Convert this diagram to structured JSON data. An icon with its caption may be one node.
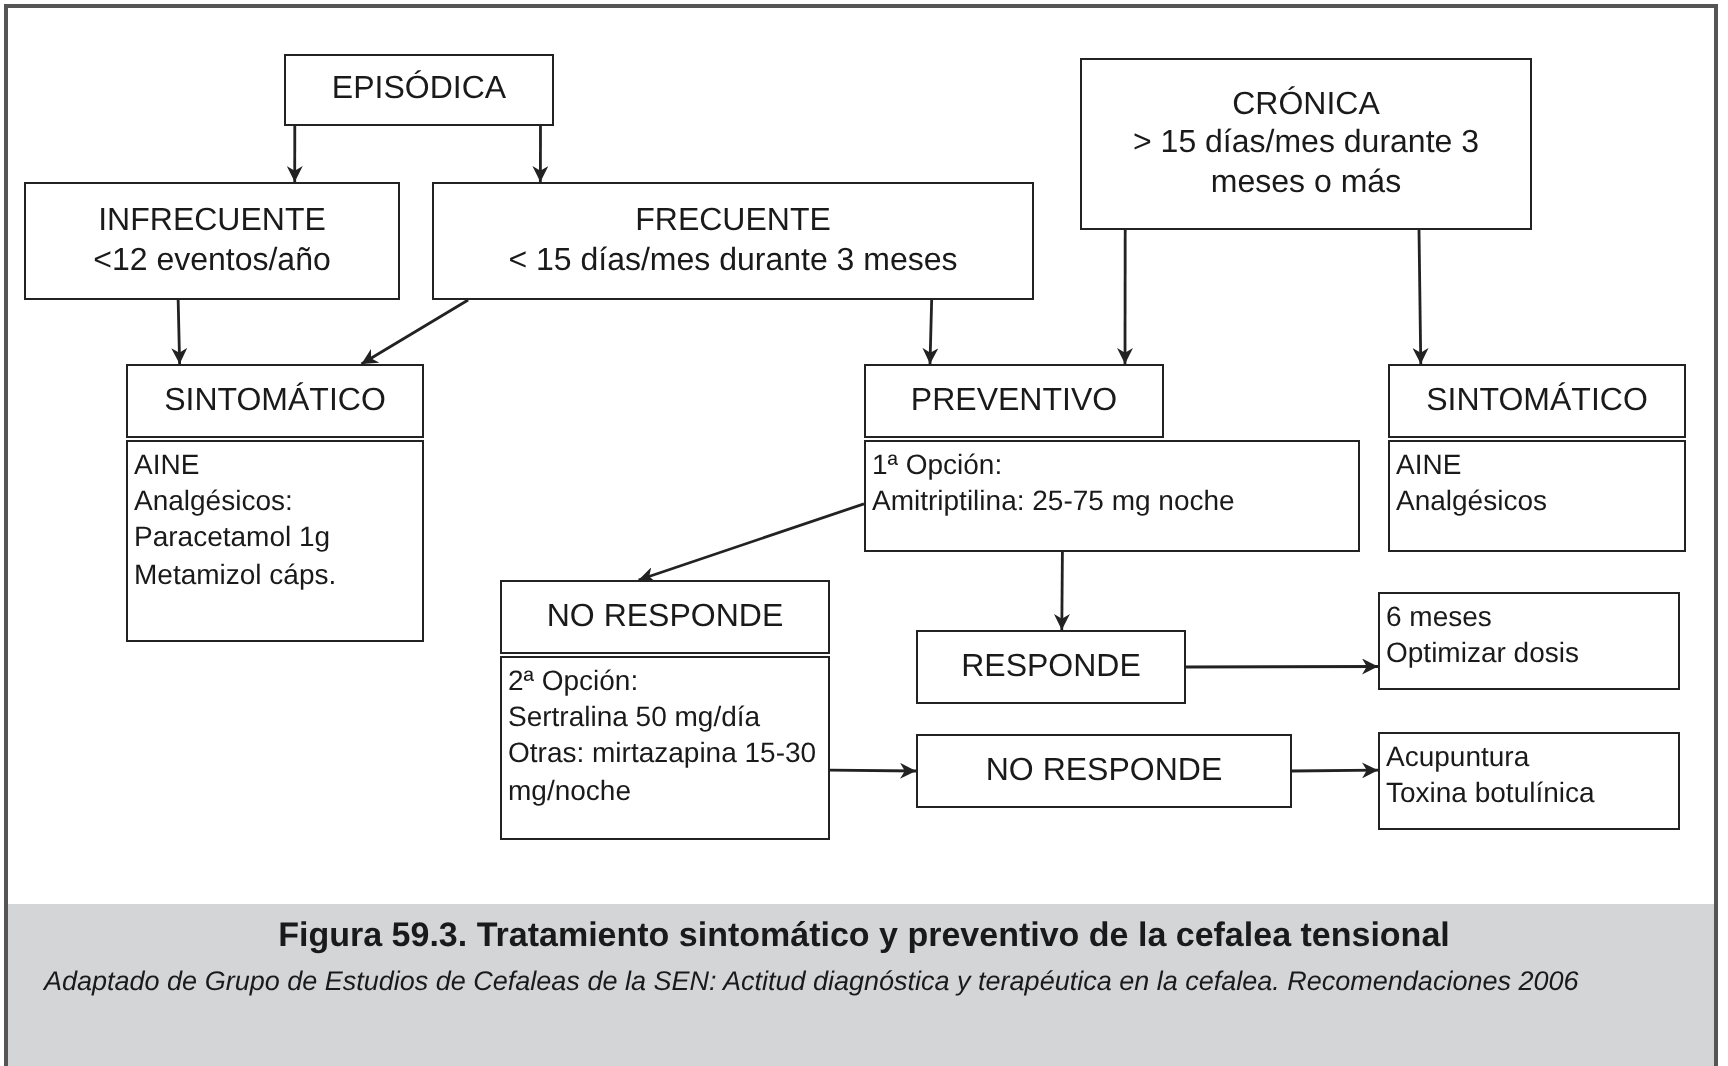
{
  "diagram": {
    "title": "Figura 59.3. Tratamiento sintomático y preventivo de la cefalea tensional",
    "caption": "Adaptado de Grupo de Estudios de Cefaleas de la SEN: Actitud diagnóstica y terapéutica en la cefalea. Recomendaciones 2006",
    "nodes": [
      {
        "text": [
          "EPISÓDICA"
        ]
      },
      {
        "text": [
          "INFRECUENTE",
          "<12 eventos/año"
        ]
      },
      {
        "text": [
          "FRECUENTE",
          "< 15 días/mes durante 3 meses"
        ]
      },
      {
        "text": [
          "CRÓNICA",
          "> 15 días/mes durante 3 meses o más"
        ]
      },
      {
        "text": [
          "SINTOMÁTICO"
        ]
      },
      {
        "text": [
          "AINE",
          "Analgésicos:",
          "Paracetamol 1g",
          "Metamizol cáps."
        ]
      },
      {
        "text": [
          "PREVENTIVO"
        ]
      },
      {
        "text": [
          "1ª Opción:",
          "Amitriptilina: 25-75 mg noche"
        ]
      },
      {
        "text": [
          "SINTOMÁTICO"
        ]
      },
      {
        "text": [
          "AINE",
          "Analgésicos"
        ]
      },
      {
        "text": [
          "NO RESPONDE"
        ]
      },
      {
        "text": [
          "2ª Opción:",
          "Sertralina 50 mg/día",
          "Otras: mirtazapina 15-30 mg/noche"
        ]
      },
      {
        "text": [
          "RESPONDE"
        ]
      },
      {
        "text": [
          "NO RESPONDE"
        ]
      },
      {
        "text": [
          "6 meses",
          "Optimizar dosis"
        ]
      },
      {
        "text": [
          "Acupuntura",
          "Toxina botulínica"
        ]
      }
    ],
    "edges": [
      {
        "from": 0,
        "to": 1,
        "arrow": "to"
      },
      {
        "from": 0,
        "to": 2,
        "arrow": "to"
      },
      {
        "from": 1,
        "to": 4,
        "arrow": "to"
      },
      {
        "from": 2,
        "to": 4,
        "arrow": "to"
      },
      {
        "from": 2,
        "to": 6,
        "arrow": "to"
      },
      {
        "from": 3,
        "to": 6,
        "arrow": "to"
      },
      {
        "from": 3,
        "to": 8,
        "arrow": "to"
      },
      {
        "from": 7,
        "to": 10,
        "arrow": "to"
      },
      {
        "from": 7,
        "to": 12,
        "arrow": "to"
      },
      {
        "from": 12,
        "to": 14,
        "arrow": "to"
      },
      {
        "from": 11,
        "to": 13,
        "arrow": "to"
      },
      {
        "from": 13,
        "to": 15,
        "arrow": "to"
      }
    ]
  }
}
